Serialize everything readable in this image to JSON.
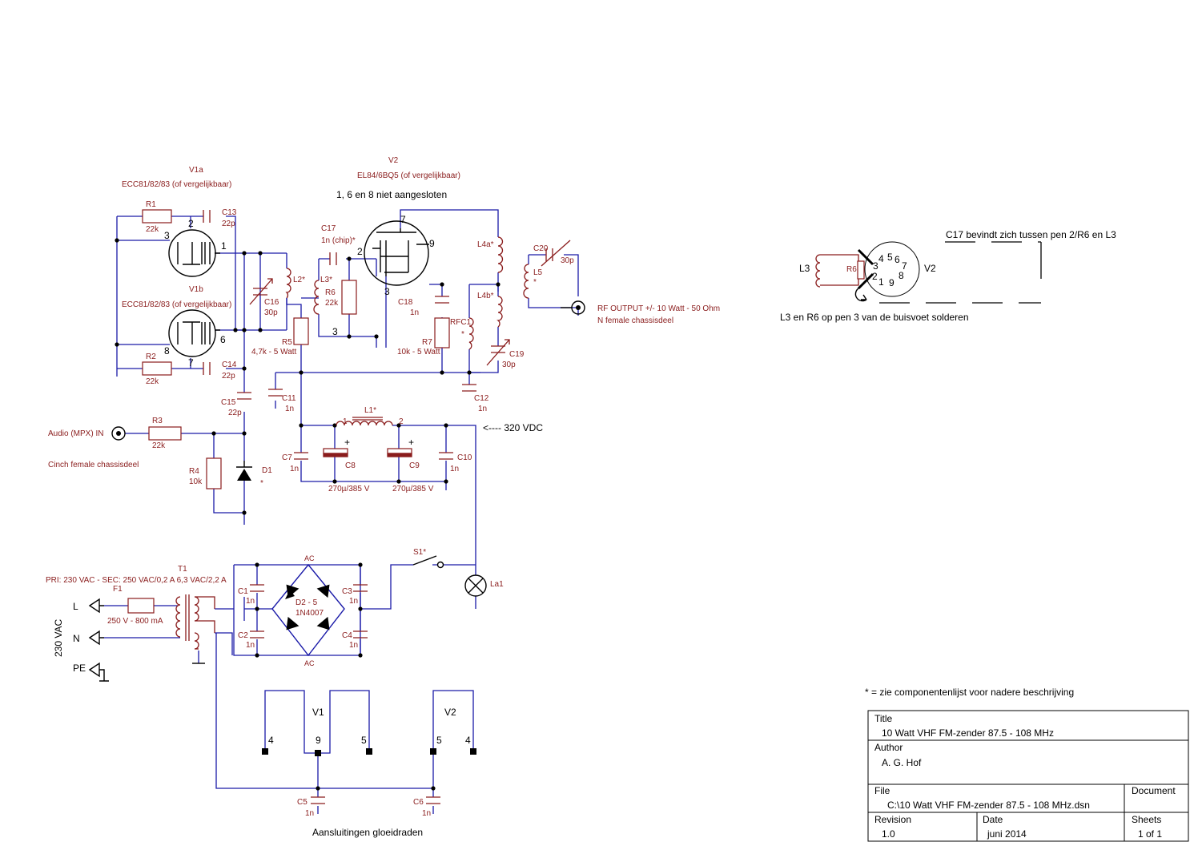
{
  "tubes": {
    "v1a_ref": "V1a",
    "v1a_type": "ECC81/82/83 (of vergelijkbaar)",
    "v1b_ref": "V1b",
    "v1b_type": "ECC81/82/83 (of vergelijkbaar)",
    "v2_ref": "V2",
    "v2_type": "EL84/6BQ5 (of vergelijkbaar)",
    "v2_note": "1, 6 en 8 niet aangesloten"
  },
  "pins": {
    "v1a_grid": "2",
    "v1a_cathode": "3",
    "v1a_anode": "1",
    "v1b_anode": "6",
    "v1b_cathode": "8",
    "v1b_grid": "7",
    "v2_grid": "7",
    "v2_g1": "2",
    "v2_anode": "9",
    "v2_cathode": "3",
    "v2_k": "3"
  },
  "components": {
    "r1": "R1",
    "r1v": "22k",
    "r2": "R2",
    "r2v": "22k",
    "r3": "R3",
    "r3v": "22k",
    "r4": "R4",
    "r4v": "10k",
    "r5": "R5",
    "r5v": "4,7k - 5 Watt",
    "r6": "R6",
    "r6v": "22k",
    "r7": "R7",
    "r7v": "10k - 5 Watt",
    "c13": "C13",
    "c13v": "22p",
    "c14": "C14",
    "c14v": "22p",
    "c15": "C15",
    "c15v": "22p",
    "c16": "C16",
    "c16v": "30p",
    "c17": "C17",
    "c17v": "1n (chip)*",
    "c18": "C18",
    "c18v": "1n",
    "c19": "C19",
    "c19v": "30p",
    "c20": "C20",
    "c20v": "30p",
    "c11": "C11",
    "c11v": "1n",
    "c12": "C12",
    "c12v": "1n",
    "c7": "C7",
    "c7v": "1n",
    "c8": "C8",
    "c8v": "270µ/385 V",
    "c9": "C9",
    "c9v": "270µ/385 V",
    "c10": "C10",
    "c10v": "1n",
    "c1": "C1",
    "c1v": "1n",
    "c2": "C2",
    "c2v": "1n",
    "c3": "C3",
    "c3v": "1n",
    "c4": "C4",
    "c4v": "1n",
    "c5": "C5",
    "c5v": "1n",
    "c6": "C6",
    "c6v": "1n",
    "l1": "L1*",
    "l1p1": "1",
    "l1p2": "2",
    "l2": "L2*",
    "l3": "L3*",
    "l4a": "L4a*",
    "l4b": "L4b*",
    "l5": "L5",
    "l5s": "*",
    "rfc1": "RFC1",
    "rfc1s": "*",
    "d1": "D1",
    "d1s": "*",
    "d25": "D2 - 5",
    "d25v": "1N4007",
    "ac_top": "AC",
    "ac_bot": "AC",
    "s1": "S1*",
    "la1": "La1",
    "f1": "F1",
    "f1v": "250 V - 800 mA",
    "t1": "T1",
    "t1v": "PRI: 230 VAC - SEC: 250 VAC/0,2 A 6,3 VAC/2,2 A",
    "plus": "+"
  },
  "io": {
    "audio_in": "Audio (MPX) IN",
    "audio_conn": "Cinch female chassisdeel",
    "rf_out": "RF OUTPUT +/- 10 Watt - 50 Ohm",
    "rf_conn": "N female chassisdeel",
    "hv": "<---- 320 VDC",
    "mains": "230 VAC",
    "l": "L",
    "n": "N",
    "pe": "PE"
  },
  "heaters": {
    "v1": "V1",
    "v2": "V2",
    "p_v1_4": "4",
    "p_v1_9": "9",
    "p_v1_5": "5",
    "p_v2_5": "5",
    "p_v2_4": "4",
    "caption": "Aansluitingen gloeidraden"
  },
  "socket": {
    "note": "C17 bevindt zich tussen pen 2/R6 en L3",
    "l3": "L3",
    "r6": "R6",
    "v2": "V2",
    "p1": "1",
    "p2": "2",
    "p3": "3",
    "p4": "4",
    "p5": "5",
    "p6": "6",
    "p7": "7",
    "p8": "8",
    "p9": "9",
    "caption": "L3 en R6 op pen 3 van de buisvoet solderen"
  },
  "notes": {
    "pin3": "3",
    "footnote": "* = zie componentenlijst voor nadere beschrijving"
  },
  "titleblock": {
    "title_label": "Title",
    "title": "10 Watt VHF FM-zender 87.5 - 108 MHz",
    "author_label": "Author",
    "author": "A. G. Hof",
    "file_label": "File",
    "file": "C:\\10 Watt VHF FM-zender 87.5 - 108 MHz.dsn",
    "document_label": "Document",
    "revision_label": "Revision",
    "revision": "1.0",
    "date_label": "Date",
    "date": "juni 2014",
    "sheets_label": "Sheets",
    "sheets": "1 of 1"
  }
}
